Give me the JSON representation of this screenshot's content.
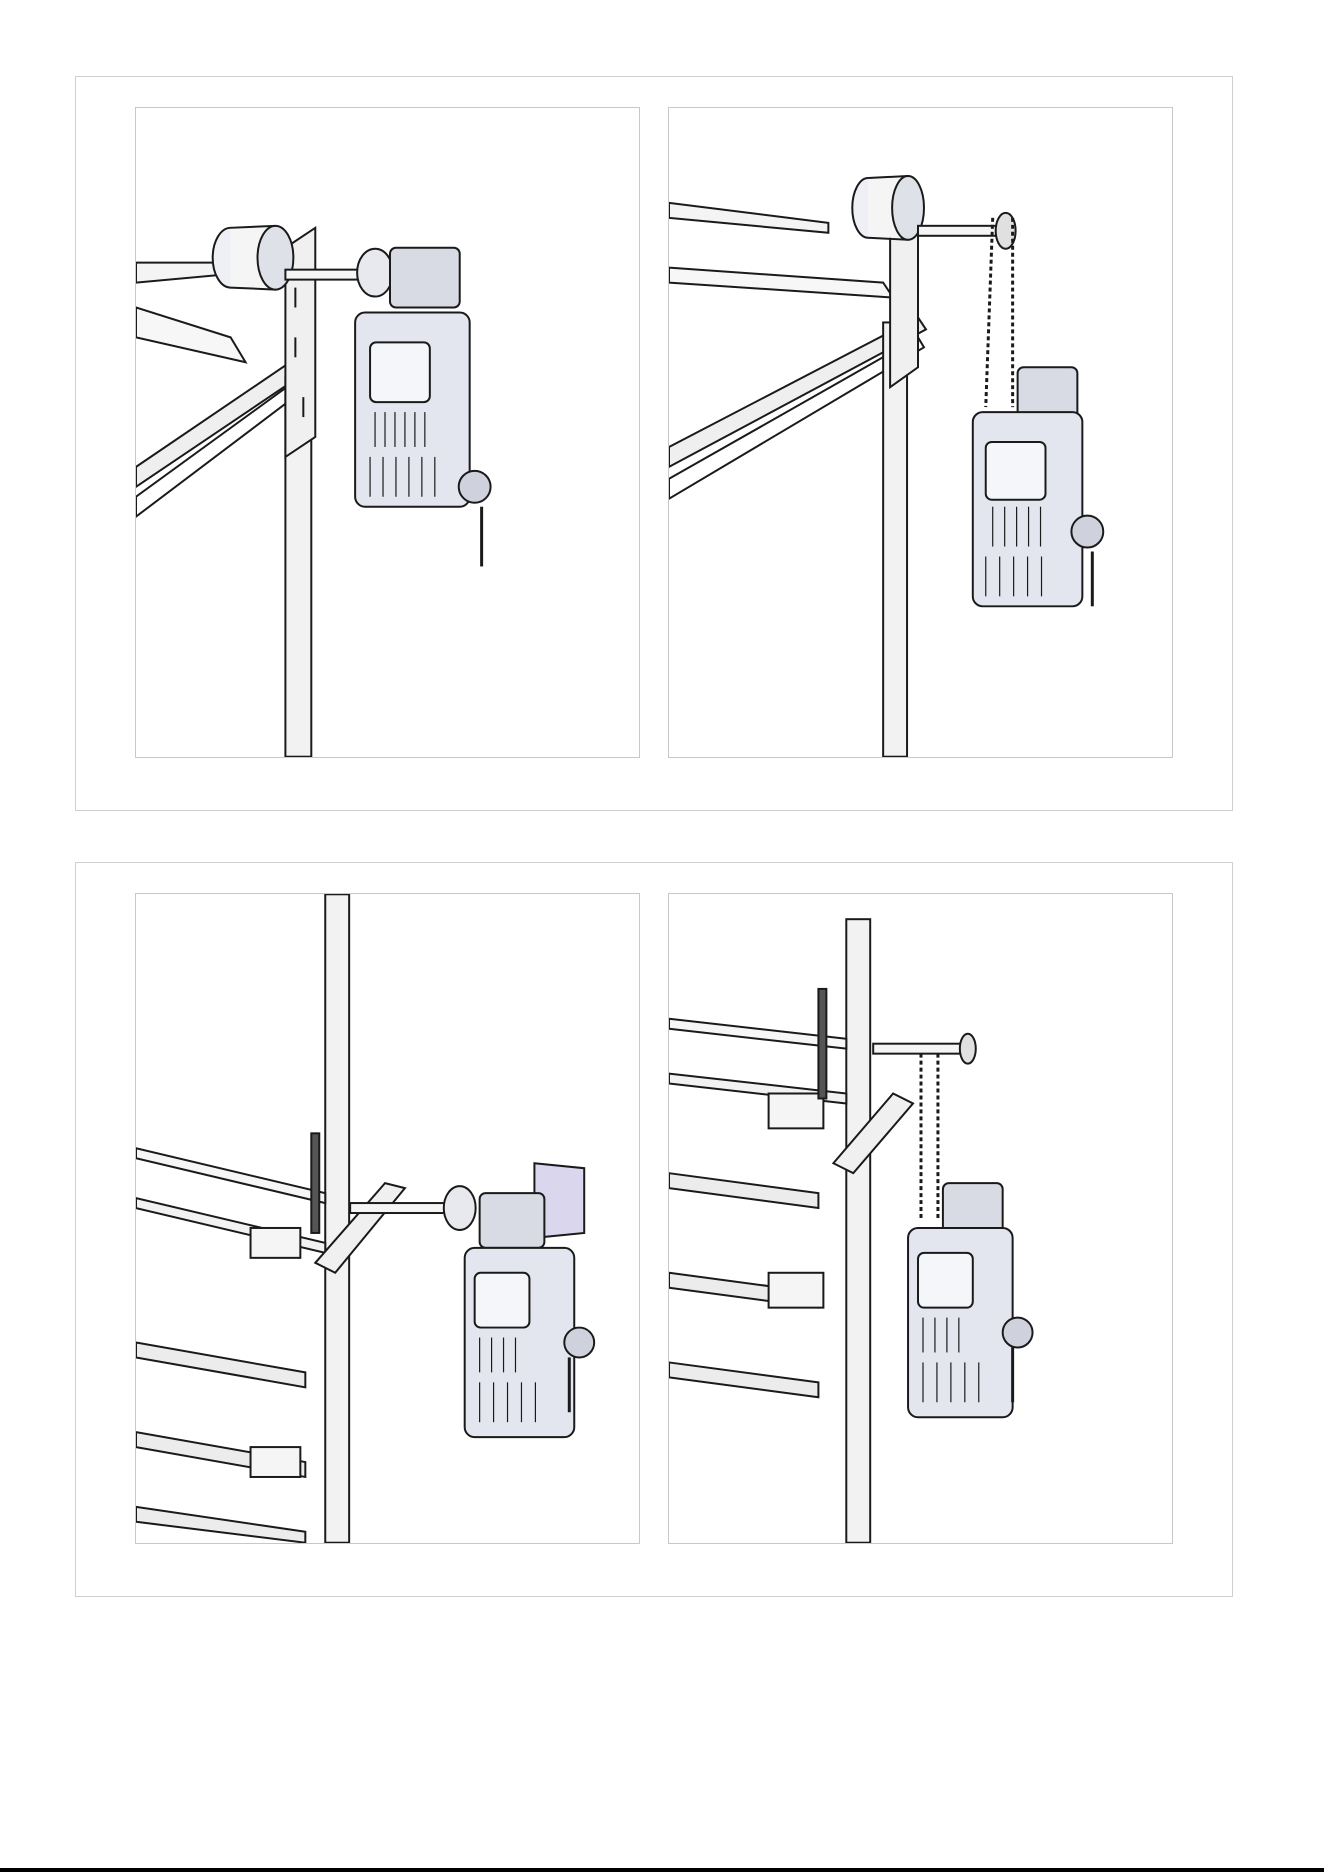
{
  "figures": [
    {
      "id": "figure-top",
      "panels": [
        {
          "id": "panel-1",
          "variant": "direct-drive-ceiling"
        },
        {
          "id": "panel-2",
          "variant": "chain-drive-ceiling"
        }
      ]
    },
    {
      "id": "figure-bottom",
      "panels": [
        {
          "id": "panel-3",
          "variant": "direct-drive-wall"
        },
        {
          "id": "panel-4",
          "variant": "chain-drive-wall"
        }
      ]
    }
  ],
  "colors": {
    "line": "#1a1a1a",
    "metal": "#eef0f5",
    "motor": "#e4e6ef",
    "shade": "#9aa0ad",
    "bracket": "#d9d6ee"
  },
  "icons": [
    "drum-icon",
    "motor-icon",
    "chain-icon",
    "bracket-icon"
  ]
}
